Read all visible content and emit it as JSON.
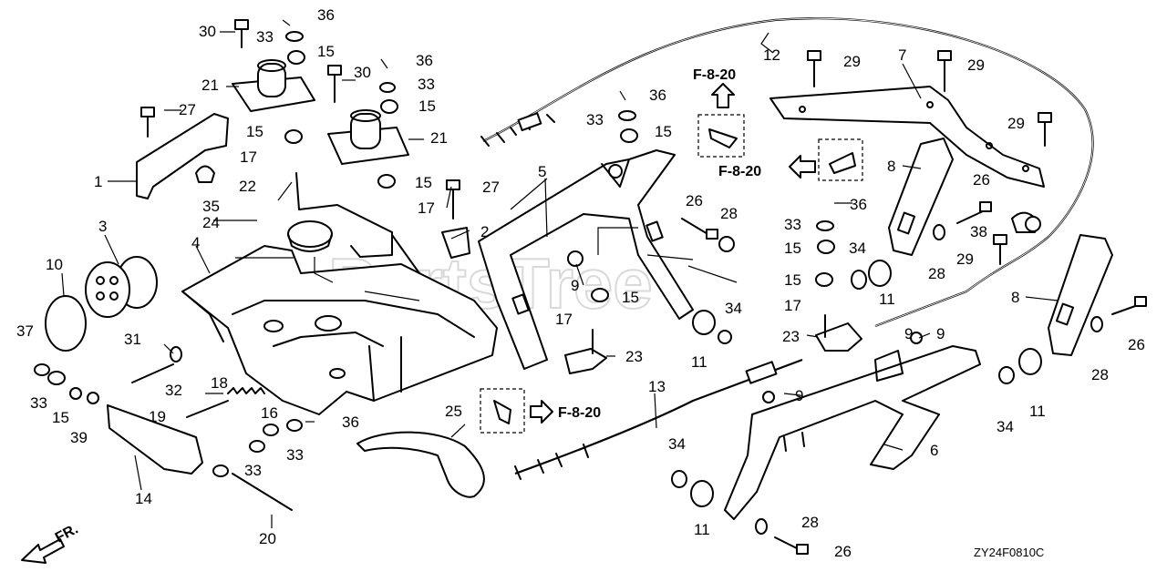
{
  "diagram": {
    "watermark": "PartsTree",
    "diagram_code": "ZY24F0810C",
    "front_label": "FR.",
    "cross_refs": [
      "F-8-20",
      "F-8-20",
      "F-8-20"
    ],
    "callouts": [
      "1",
      "2",
      "3",
      "4",
      "5",
      "6",
      "7",
      "8",
      "8",
      "9",
      "9",
      "9",
      "9",
      "10",
      "11",
      "11",
      "11",
      "11",
      "12",
      "13",
      "14",
      "15",
      "15",
      "15",
      "15",
      "15",
      "15",
      "15",
      "15",
      "15",
      "16",
      "17",
      "17",
      "17",
      "17",
      "18",
      "19",
      "20",
      "21",
      "21",
      "22",
      "23",
      "23",
      "24",
      "25",
      "26",
      "26",
      "26",
      "26",
      "27",
      "27",
      "28",
      "28",
      "28",
      "28",
      "29",
      "29",
      "29",
      "29",
      "30",
      "30",
      "31",
      "32",
      "33",
      "33",
      "33",
      "33",
      "33",
      "33",
      "33",
      "34",
      "34",
      "34",
      "34",
      "35",
      "36",
      "36",
      "36",
      "36",
      "36",
      "37",
      "38",
      "39"
    ]
  },
  "colors": {
    "line": "#000000",
    "background": "#ffffff",
    "watermark": "#d9d9d9"
  }
}
